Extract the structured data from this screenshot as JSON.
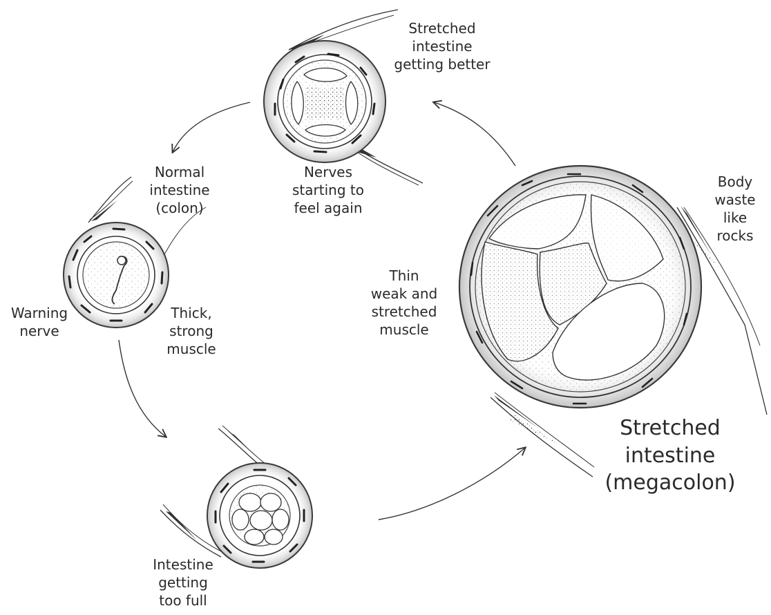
{
  "colors": {
    "ink": "#2a2a2a",
    "shade": "#555555",
    "paper": "#ffffff"
  },
  "labels": {
    "stretched_getting_better": [
      "Stretched",
      "intestine",
      "getting better"
    ],
    "nerves_feel_again": [
      "Nerves",
      "starting to",
      "feel again"
    ],
    "normal_intestine": [
      "Normal",
      "intestine",
      "(colon)"
    ],
    "warning_nerve": [
      "Warning",
      "nerve"
    ],
    "thick_muscle": [
      "Thick,",
      "strong",
      "muscle"
    ],
    "thin_muscle": [
      "Thin",
      "weak and",
      "stretched",
      "muscle"
    ],
    "body_waste": [
      "Body",
      "waste",
      "like",
      "rocks"
    ],
    "too_full": [
      "Intestine",
      "getting",
      "too full"
    ],
    "megacolon": [
      "Stretched",
      "intestine",
      "(megacolon)"
    ]
  }
}
